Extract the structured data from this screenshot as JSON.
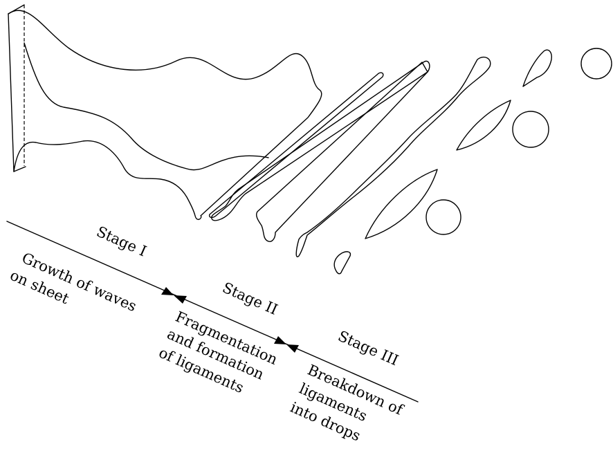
{
  "stages": [
    {
      "title": "Stage I",
      "desc": [
        "Growth of waves",
        "on sheet"
      ]
    },
    {
      "title": "Stage II",
      "desc": [
        "Fragmentation",
        "and formation",
        "of ligaments"
      ]
    },
    {
      "title": "Stage III",
      "desc": [
        "Breakdown of",
        "ligaments",
        "into drops"
      ]
    }
  ],
  "colors": {
    "ink": "#000000",
    "background": "#ffffff"
  }
}
